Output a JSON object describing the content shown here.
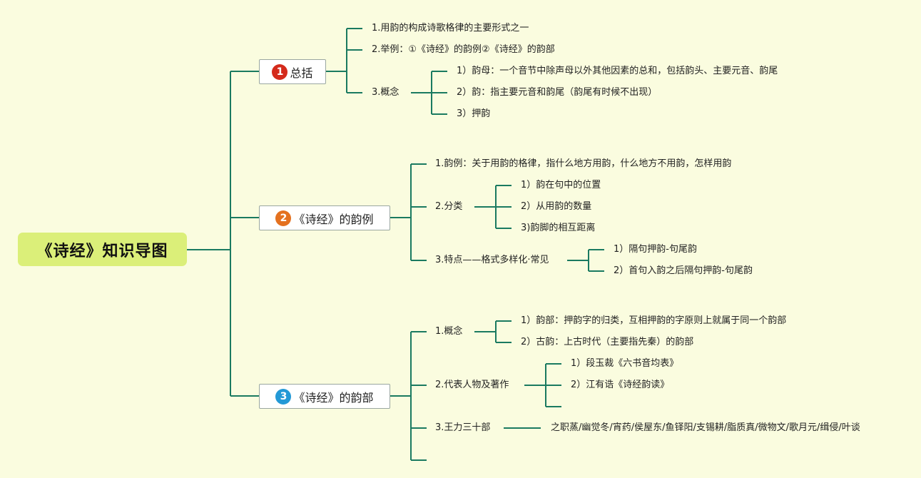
{
  "root": "《诗经》知识导图",
  "branch1": {
    "number": "1",
    "badge_color": "#d42a1b",
    "title": "总括",
    "items": {
      "a": "1.用韵的构成诗歌格律的主要形式之一",
      "b": "2.举例：①《诗经》的韵例②《诗经》的韵部",
      "c": "3.概念",
      "c1": "1）韵母：一个音节中除声母以外其他因素的总和，包括韵头、主要元音、韵尾",
      "c2": "2）韵：指主要元音和韵尾（韵尾有时候不出现）",
      "c3": "3）押韵"
    }
  },
  "branch2": {
    "number": "2",
    "badge_color": "#e4711f",
    "title": "《诗经》的韵例",
    "items": {
      "a": "1.韵例：关于用韵的格律，指什么地方用韵，什么地方不用韵，怎样用韵",
      "b": "2.分类",
      "b1": "1）韵在句中的位置",
      "b2": "2）从用韵的数量",
      "b3": "3)韵脚的相互距离",
      "c": "3.特点——格式多样化·常见",
      "c1": "1）隔句押韵-句尾韵",
      "c2": "2）首句入韵之后隔句押韵-句尾韵"
    }
  },
  "branch3": {
    "number": "3",
    "badge_color": "#2399d6",
    "title": "《诗经》的韵部",
    "items": {
      "a": "1.概念",
      "a1": "1）韵部：押韵字的归类，互相押韵的字原则上就属于同一个韵部",
      "a2": "2）古韵：上古时代（主要指先秦）的韵部",
      "b": "2.代表人物及著作",
      "b1": "1）段玉裁《六书音均表》",
      "b2": "2）江有诰《诗经韵读》",
      "c": "3.王力三十部",
      "c1": "之职蒸/幽觉冬/宵药/侯屋东/鱼铎阳/支锡耕/脂质真/微物文/歌月元/缉侵/叶谈"
    }
  },
  "colors": {
    "line": "#1a7a60",
    "root_bg": "#dbef79",
    "background": "#fafcdf"
  }
}
